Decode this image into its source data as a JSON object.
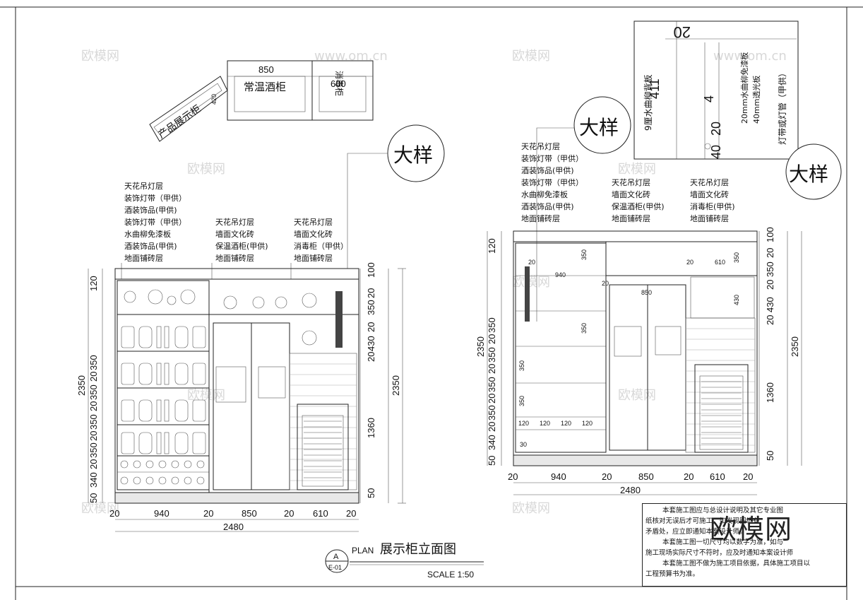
{
  "watermark": {
    "text": "欧模网",
    "url": "www.om.cn"
  },
  "left_elevation": {
    "plan": {
      "dim_850": "850",
      "dim_600": "600",
      "dim_420": "420",
      "label_wine": "常温酒柜",
      "label_product": "产品展示柜",
      "label_disinfect": "消毒柜"
    },
    "callout": "大样",
    "notes_col1": [
      "天花吊灯层",
      "装饰灯带（甲供）",
      "酒装饰品(甲供)",
      "装饰灯带（甲供）",
      "水曲柳免漆板",
      "酒装饰品(甲供)",
      "地面铺砖层"
    ],
    "notes_col2": [
      "天花吊灯层",
      "墙面文化砖",
      "保温酒柜(甲供)",
      "地面铺砖层"
    ],
    "notes_col3": [
      "天花吊灯层",
      "墙面文化砖",
      "消毒柜（甲供）",
      "地面铺砖层"
    ],
    "left_dims": [
      "50",
      "340",
      "20",
      "350",
      "20",
      "350",
      "20",
      "350",
      "20",
      "350",
      "120"
    ],
    "total_height": "2350",
    "right_dims": [
      "100",
      "20",
      "350",
      "20",
      "430",
      "20",
      "1360",
      "50"
    ],
    "right_total": "2350",
    "bottom_dims": [
      "20",
      "940",
      "20",
      "850",
      "20",
      "610",
      "20"
    ],
    "total_width": "2480"
  },
  "title_block": {
    "mark_letter": "A",
    "mark_sheet": "E-01",
    "plan": "PLAN",
    "title": "展示柜立面图",
    "scale": "SCALE 1:50"
  },
  "right_elevation": {
    "callout_top": "大样",
    "callout_right": "大样",
    "detail_labels": [
      "9厘水曲柳背板",
      "20mm水曲柳免漆板",
      "40mm透光板",
      "灯带或灯管（甲供）"
    ],
    "detail_dims": [
      "20",
      "411",
      "4",
      "20",
      "40"
    ],
    "notes_col1": [
      "天花吊灯层",
      "装饰灯带（甲供）",
      "酒装饰品(甲供)",
      "装饰灯带（甲供）",
      "水曲柳免漆板",
      "酒装饰品(甲供)",
      "地面铺砖层"
    ],
    "notes_col2": [
      "天花吊灯层",
      "墙面文化砖",
      "保温酒柜(甲供)",
      "地面铺砖层"
    ],
    "notes_col3": [
      "天花吊灯层",
      "墙面文化砖",
      "消毒柜(甲供)",
      "地面铺砖层"
    ],
    "inner_dims": {
      "w940": "940",
      "w850": "850",
      "w610": "610",
      "d20": "20",
      "d350": "350",
      "d430": "430",
      "d120": "120",
      "d30": "30"
    },
    "left_dims": [
      "50",
      "340",
      "20",
      "350",
      "20",
      "350",
      "20",
      "350",
      "20",
      "350",
      "120"
    ],
    "total_height": "2350",
    "right_dims": [
      "100",
      "20",
      "350",
      "20",
      "430",
      "20",
      "1360",
      "50"
    ],
    "right_total": "2350",
    "bottom_dims": [
      "20",
      "940",
      "20",
      "850",
      "20",
      "610",
      "20"
    ],
    "total_width": "2480"
  },
  "notes": [
    "本套施工图应与总设计说明及其它专业图",
    "纸核对无误后才可施工，如发现图纸有",
    "矛盾处，应立即通知本案设计师。",
    "本套施工图一切尺寸均以数字为准，如与",
    "施工现场实际尺寸不符时，应及时通知本案设计师",
    "本套施工图不做为施工项目依据，具体施工项目以",
    "工程预算书为准。"
  ],
  "brand": "欧模网"
}
